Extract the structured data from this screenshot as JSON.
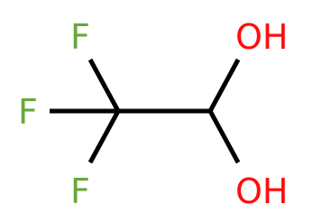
{
  "molecule": {
    "atoms": {
      "f_top": {
        "symbol": "F",
        "color": "#6aa639"
      },
      "f_left": {
        "symbol": "F",
        "color": "#6aa639"
      },
      "f_bottom": {
        "symbol": "F",
        "color": "#6aa639"
      },
      "oh_top": {
        "symbol": "OH",
        "color": "#ff0d0d"
      },
      "oh_bottom": {
        "symbol": "OH",
        "color": "#ff0d0d"
      }
    },
    "bond_color": "#000000"
  }
}
